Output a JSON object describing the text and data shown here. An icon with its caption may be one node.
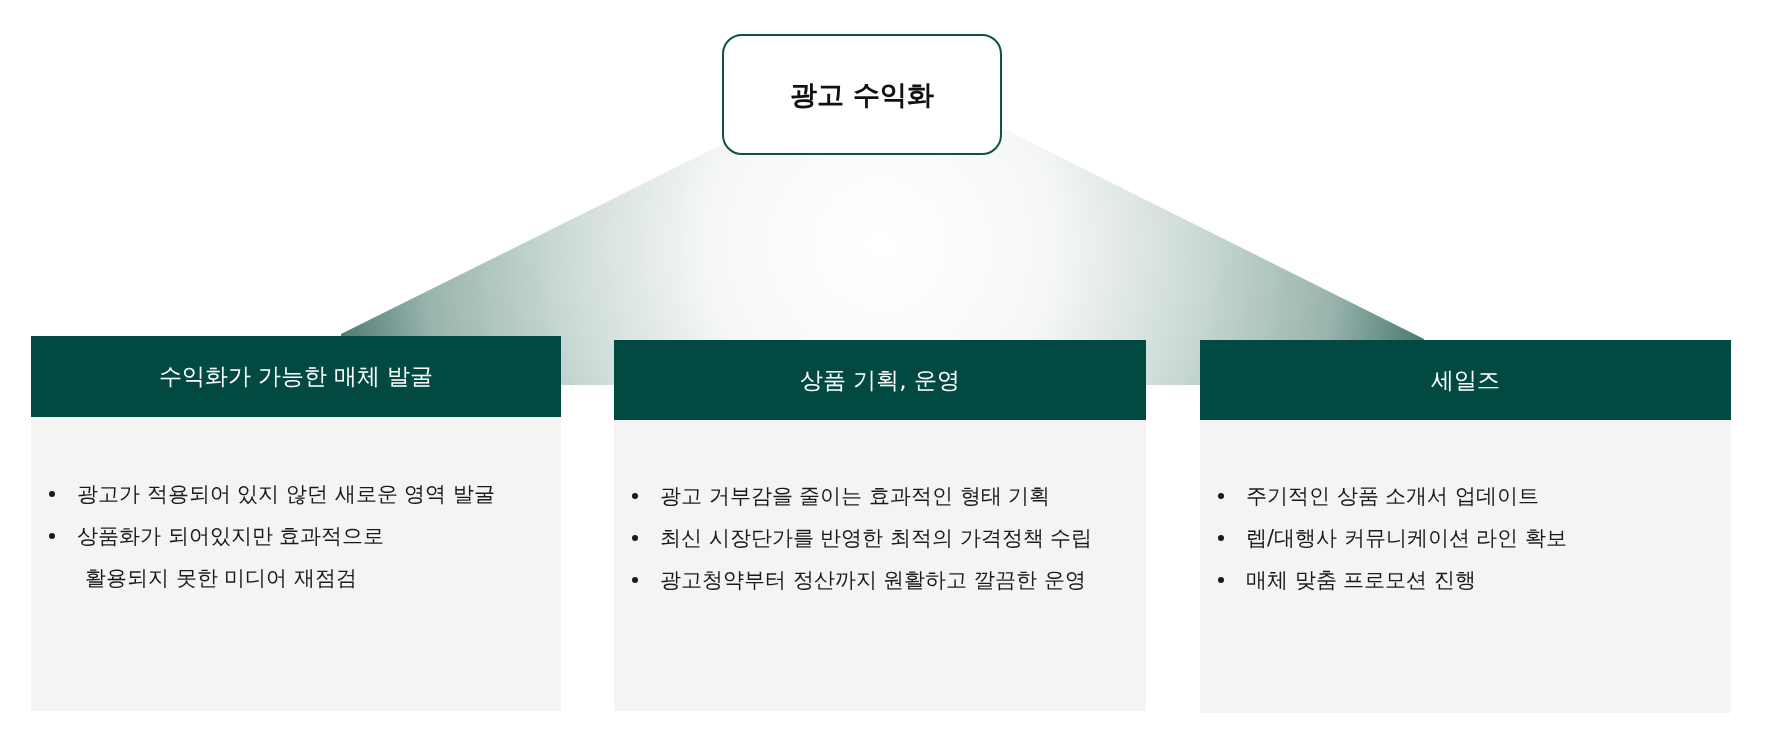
{
  "diagram": {
    "nodes": [
      {
        "text": [
          "광고 수익화"
        ]
      },
      {
        "text": [],
        "shape": "trapezoid"
      },
      {
        "text": [
          "수익화가 가능한 매체 발굴",
          "광고가 적용되어 있지 않던 새로운 영역 발굴",
          "상품화가 되어있지만 효과적으로 활용되지 못한 미디어 재점검"
        ]
      },
      {
        "text": [
          "상품 기획, 운영",
          "광고 거부감을 줄이는 효과적인 형태 기획",
          "최신 시장단가를 반영한 최적의 가격정책 수립",
          "광고청약부터 정산까지 원활하고 깔끔한 운영"
        ]
      },
      {
        "text": [
          "세일즈",
          "주기적인 상품 소개서 업데이트",
          "렙/대행사 커뮤니케이션 라인 확보",
          "매체 맞춤 프로모션 진행"
        ]
      }
    ]
  }
}
